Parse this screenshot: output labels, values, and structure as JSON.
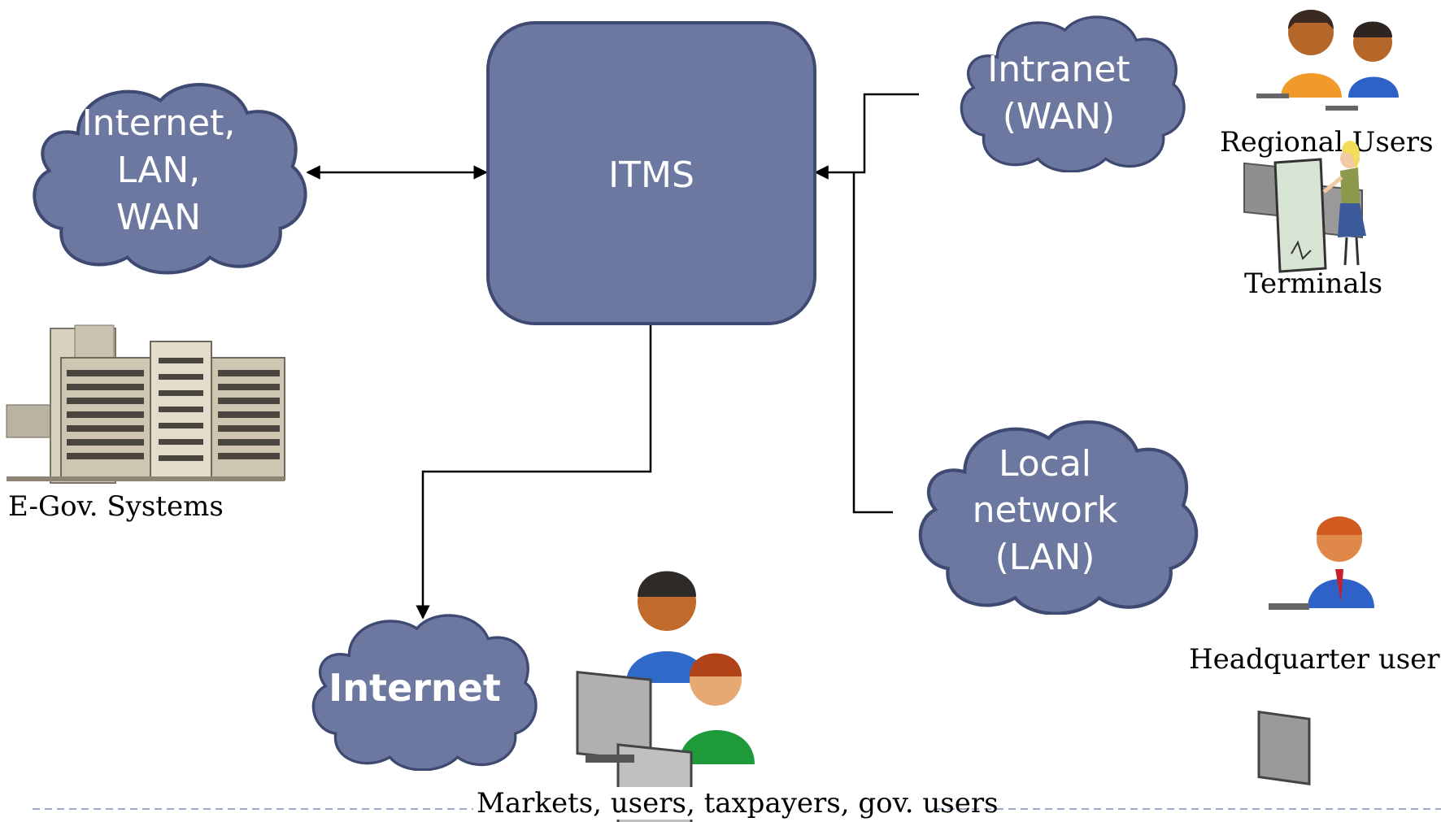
{
  "center": {
    "label": "ITMS"
  },
  "clouds": {
    "internet_lan_wan": [
      "Internet,",
      "LAN,",
      "WAN"
    ],
    "intranet_wan": [
      "Intranet",
      "(WAN)"
    ],
    "local_network": [
      "Local",
      "network",
      "(LAN)"
    ],
    "internet": [
      "Internet"
    ]
  },
  "captions": {
    "egov": "E-Gov. Systems",
    "regional_users": "Regional Users",
    "terminals": "Terminals",
    "headquarter_users": "Headquarter users",
    "markets_users": "Markets, users, taxpayers, gov. users"
  },
  "colors": {
    "cloud_fill": "#6d78a0",
    "cloud_stroke": "#3f4a72",
    "box_fill": "#6d78a0",
    "box_stroke": "#3f4a72",
    "connector": "#000000",
    "dashed_rule": "#9aaac8"
  },
  "icons": {
    "building": "office-building-icon",
    "users_pair": "computer-users-icon",
    "terminal_user": "terminal-kiosk-icon",
    "single_user": "computer-user-icon"
  }
}
